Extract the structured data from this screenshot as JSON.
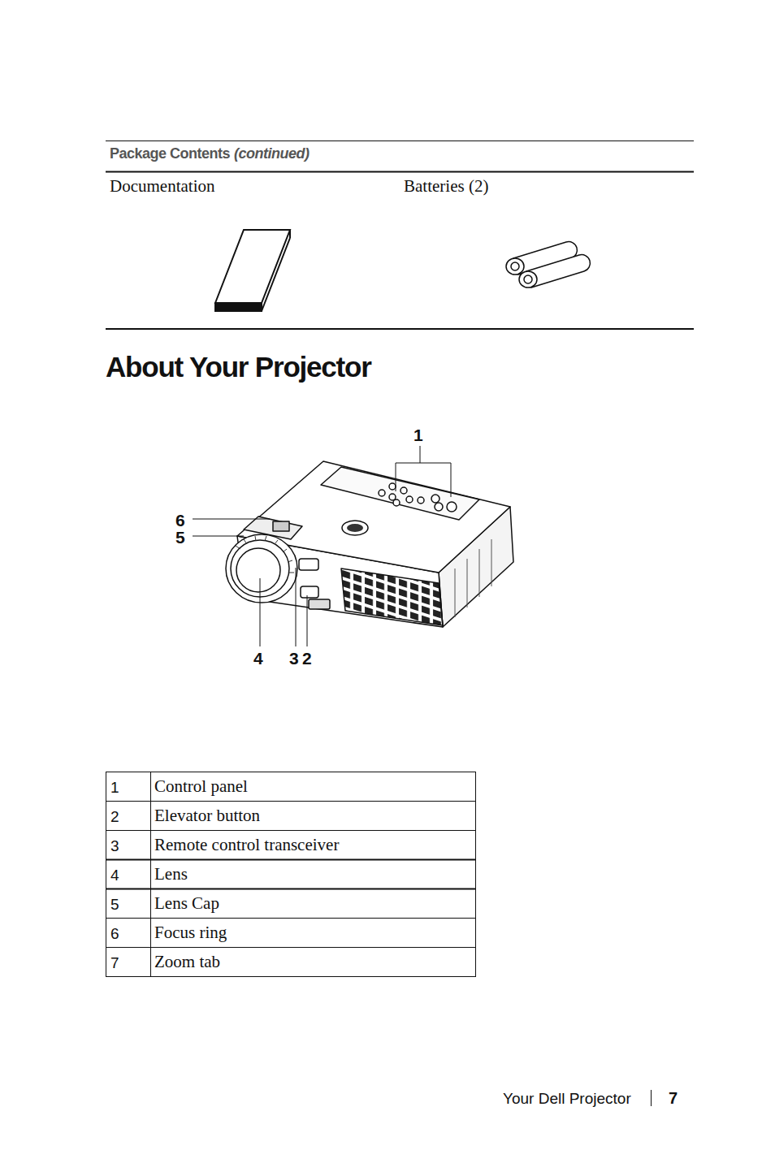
{
  "diagram": {
    "title": "About Your Projector",
    "labels": [
      "Package Contents",
      "(continued)",
      "Documentation",
      "Batteries (2)",
      "1",
      "6",
      "5",
      "4",
      "3",
      "2",
      "1",
      "Control panel",
      "2",
      "Elevator button",
      "3",
      "Remote control transceiver",
      "4",
      "Lens",
      "5",
      "Lens Cap",
      "6",
      "Focus ring",
      "7",
      "Zoom tab",
      "Your Dell Projector",
      "7"
    ]
  }
}
